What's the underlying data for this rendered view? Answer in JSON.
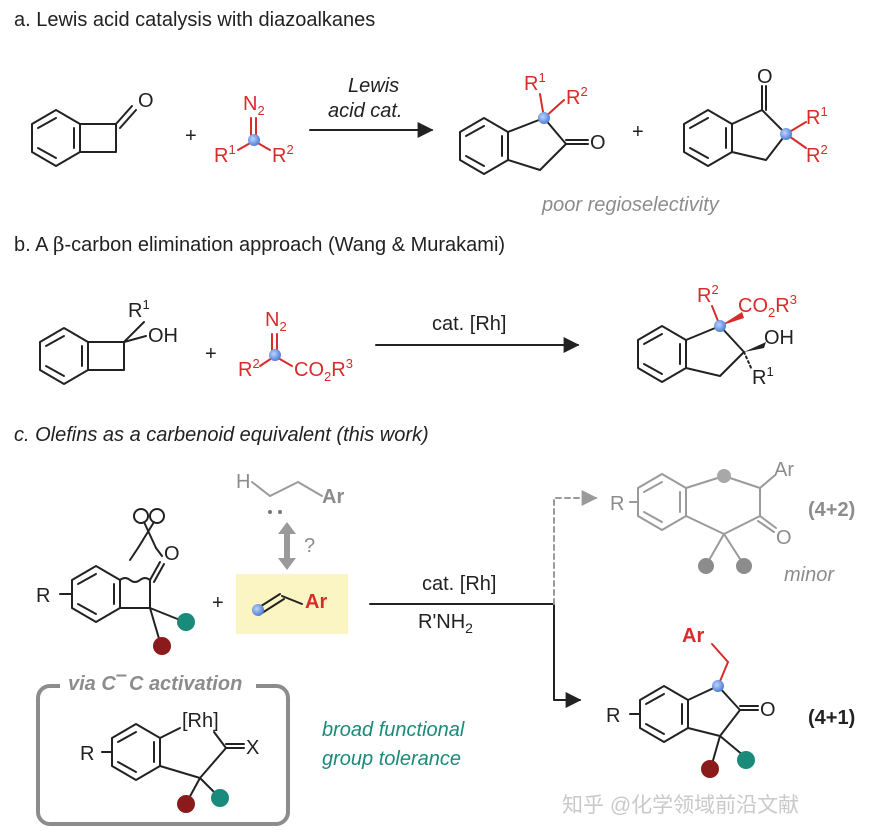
{
  "headers": {
    "a": "a. Lewis acid catalysis with diazoalkanes",
    "b_pre": "b. A ",
    "b_beta": "β",
    "b_post": "-carbon elimination approach (Wang & Murakami)",
    "c": "c. Olefins as a carbenoid equivalent (this work)"
  },
  "section_a": {
    "reagent_n2": "N",
    "reagent_n2_sub": "2",
    "reagent_r1": "R",
    "reagent_r1_sup": "1",
    "reagent_r2": "R",
    "reagent_r2_sup": "2",
    "plus": "+",
    "arrow_top": "Lewis",
    "arrow_bottom": "acid cat.",
    "oxygen": "O",
    "note": "poor regioselectivity"
  },
  "section_b": {
    "oh": "OH",
    "r1": "R",
    "r1_sup": "1",
    "r2": "R",
    "r2_sup": "2",
    "n2": "N",
    "n2_sub": "2",
    "ester": "CO",
    "ester_sub": "2",
    "ester_r3": "R",
    "ester_r3_sup": "3",
    "arrow_label": "cat. [Rh]",
    "plus": "+"
  },
  "section_c": {
    "r": "R",
    "o": "O",
    "h": "H",
    "ar": "Ar",
    "question": "?",
    "plus": "+",
    "arrow_top": "cat. [Rh]",
    "arrow_bottom_pre": "R'NH",
    "arrow_bottom_sub": "2",
    "minor_label": "(4+2)",
    "minor": "minor",
    "major_label": "(4+1)",
    "box_title": "via C",
    "box_title_dash": "–",
    "box_title_post": "C activation",
    "rh": "[Rh]",
    "x": "X",
    "tolerance_1": "broad functional",
    "tolerance_2": "group tolerance"
  },
  "watermark": "知乎 @化学领域前沿文献",
  "colors": {
    "red": "#d92b2b",
    "teal": "#1a8a7a",
    "dark_red": "#8b1a1a",
    "blue_dot": "#6f9be8",
    "highlight": "#fbf5c4",
    "grey": "#8c8c8c"
  }
}
